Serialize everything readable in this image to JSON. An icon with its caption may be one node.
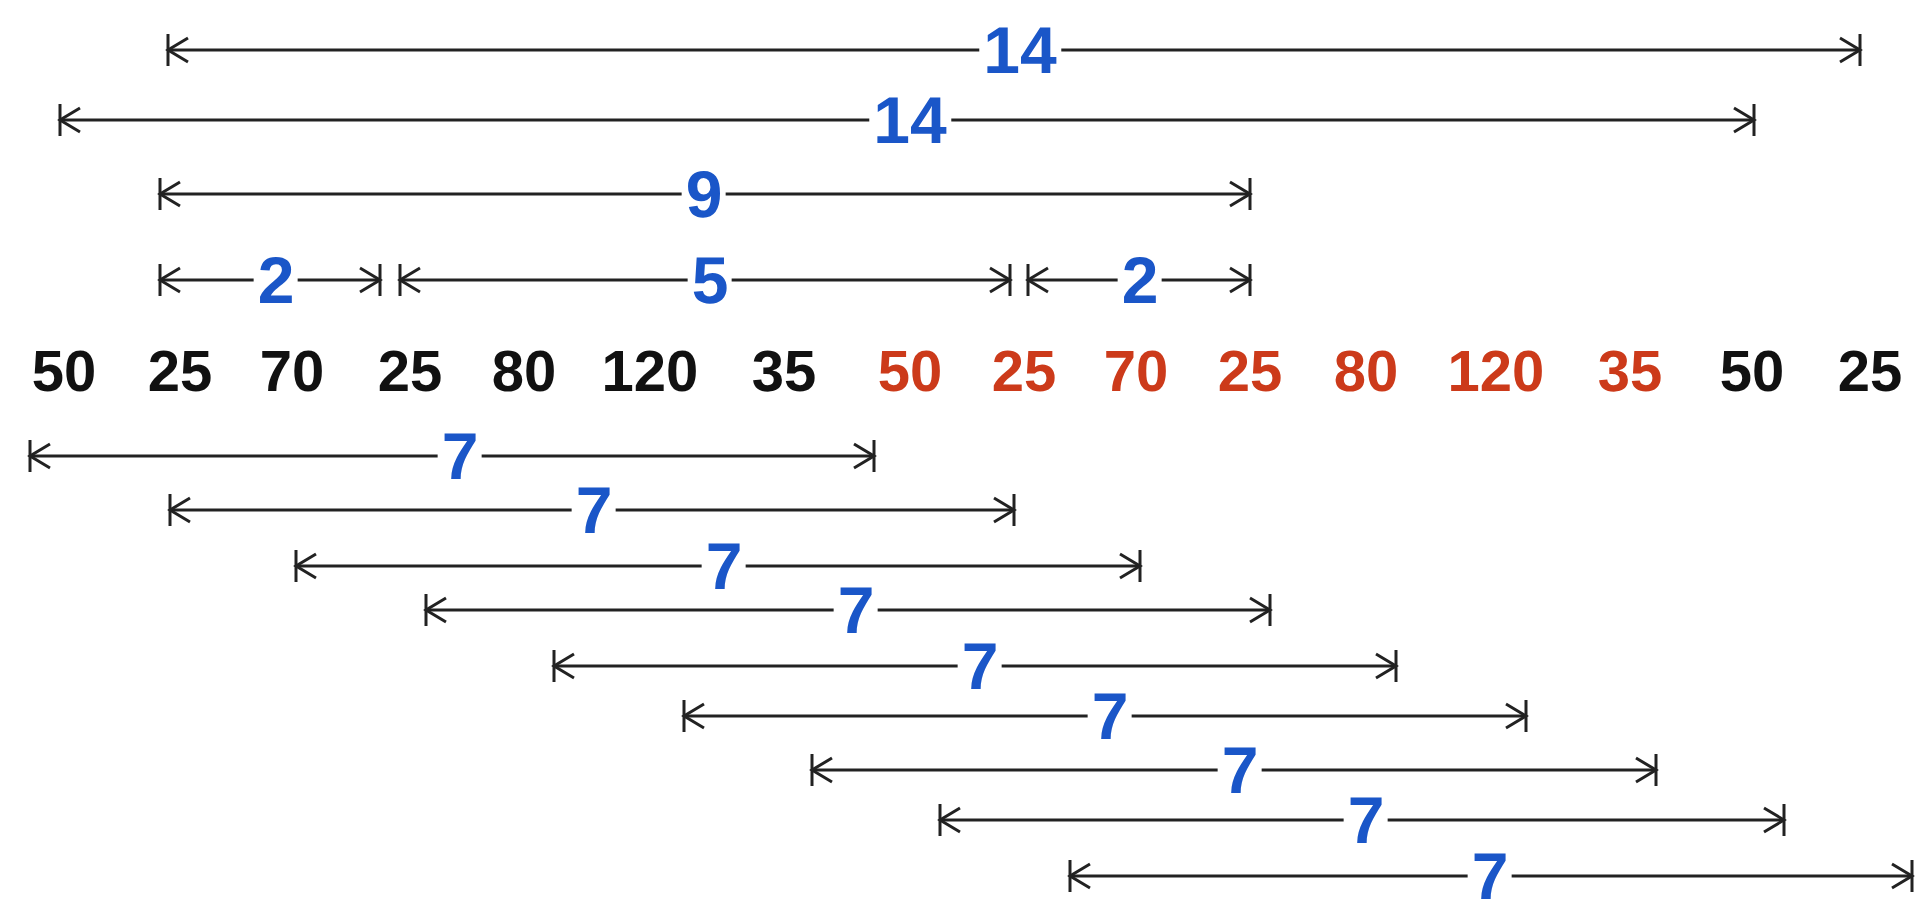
{
  "diagram": {
    "labels": [
      "14",
      "14",
      "9",
      "2",
      "5",
      "2",
      "50",
      "25",
      "70",
      "25",
      "80",
      "120",
      "35",
      "50",
      "25",
      "70",
      "25",
      "80",
      "120",
      "35",
      "50",
      "25",
      "7",
      "7",
      "7",
      "7",
      "7",
      "7",
      "7",
      "7",
      "7"
    ]
  }
}
